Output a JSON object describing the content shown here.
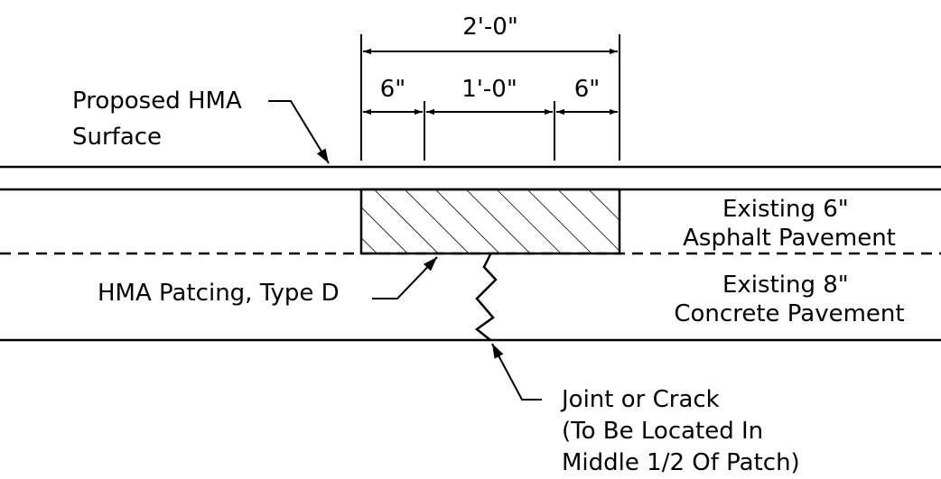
{
  "dimensions": {
    "overall": "2'-0\"",
    "left": "6\"",
    "middle": "1'-0\"",
    "right": "6\""
  },
  "labels": {
    "proposed_surface": [
      "Proposed HMA",
      "Surface"
    ],
    "existing_asphalt": [
      "Existing 6\"",
      "Asphalt Pavement"
    ],
    "existing_concrete": [
      "Existing 8\"",
      "Concrete Pavement"
    ],
    "hma_patching": "HMA Patcing, Type D",
    "joint_crack": [
      "Joint or Crack",
      "(To Be Located In",
      "Middle 1/2 Of Patch)"
    ]
  }
}
